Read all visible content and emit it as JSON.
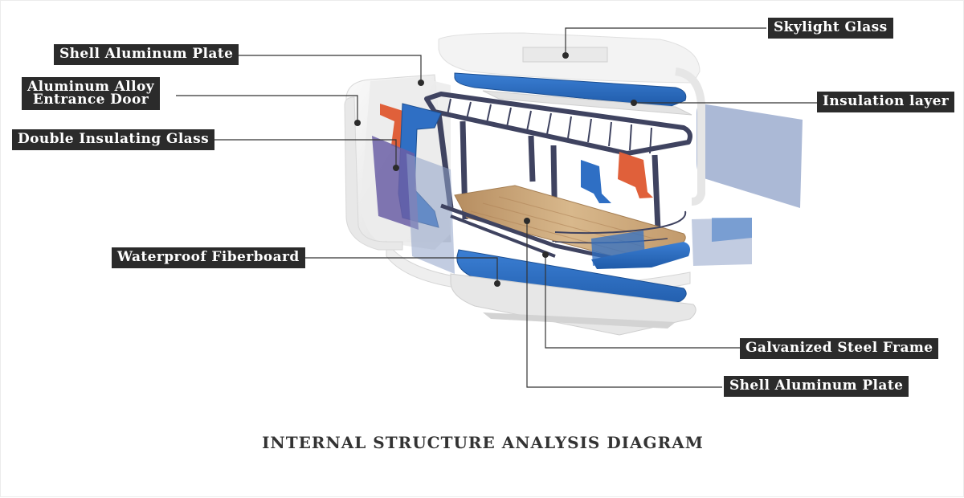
{
  "title": "INTERNAL STRUCTURE ANALYSIS DIAGRAM",
  "labels": {
    "shell_aluminum_plate_top": "Shell Aluminum Plate",
    "aluminum_alloy_entrance_door": [
      "Aluminum Alloy",
      "Entrance Door"
    ],
    "double_insulating_glass": "Double Insulating Glass",
    "waterproof_fiberboard": "Waterproof Fiberboard",
    "skylight_glass": "Skylight Glass",
    "insulation_layer": "Insulation layer",
    "galvanized_steel_frame": "Galvanized Steel Frame",
    "shell_aluminum_plate_bottom": "Shell Aluminum Plate"
  },
  "colors": {
    "label_background": "#2b2b2b",
    "label_text": "#ffffff",
    "leader_line": "#333333",
    "shell": "#f1f1f1",
    "insulation_blue": "#2f6fc4",
    "steel_frame": "#4a4e66",
    "floor_wood": "#c9a67c",
    "door_orange": "#e0603a",
    "glass_blue": "#8fa2c8",
    "door_purple": "#6b5fa6"
  }
}
